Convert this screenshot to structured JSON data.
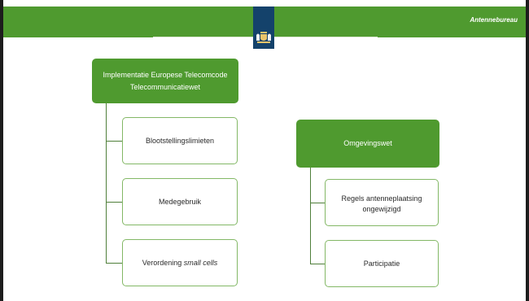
{
  "header": {
    "brand_text": "Antennebureau",
    "logo": {
      "icon": "coat-of-arms-icon",
      "color": "#14426b"
    }
  },
  "colors": {
    "green": "#4f9a2f",
    "child_border": "#83b866",
    "connector": "#4f7f3a",
    "text_dark": "#2a2a2a"
  },
  "diagram": {
    "left": {
      "root_line1": "Implementatie Europese Telecomcode",
      "root_line2": "Telecommunicatiewet",
      "children": [
        {
          "text": "Blootstellingslimieten"
        },
        {
          "text": "Medegebruik"
        },
        {
          "text": "Verordening ",
          "italic": "small cells"
        }
      ]
    },
    "right": {
      "root": "Omgevingswet",
      "children": [
        {
          "line1": "Regels antenneplaatsing",
          "line2": "ongewijzigd"
        },
        {
          "text": "Participatie"
        }
      ]
    }
  }
}
